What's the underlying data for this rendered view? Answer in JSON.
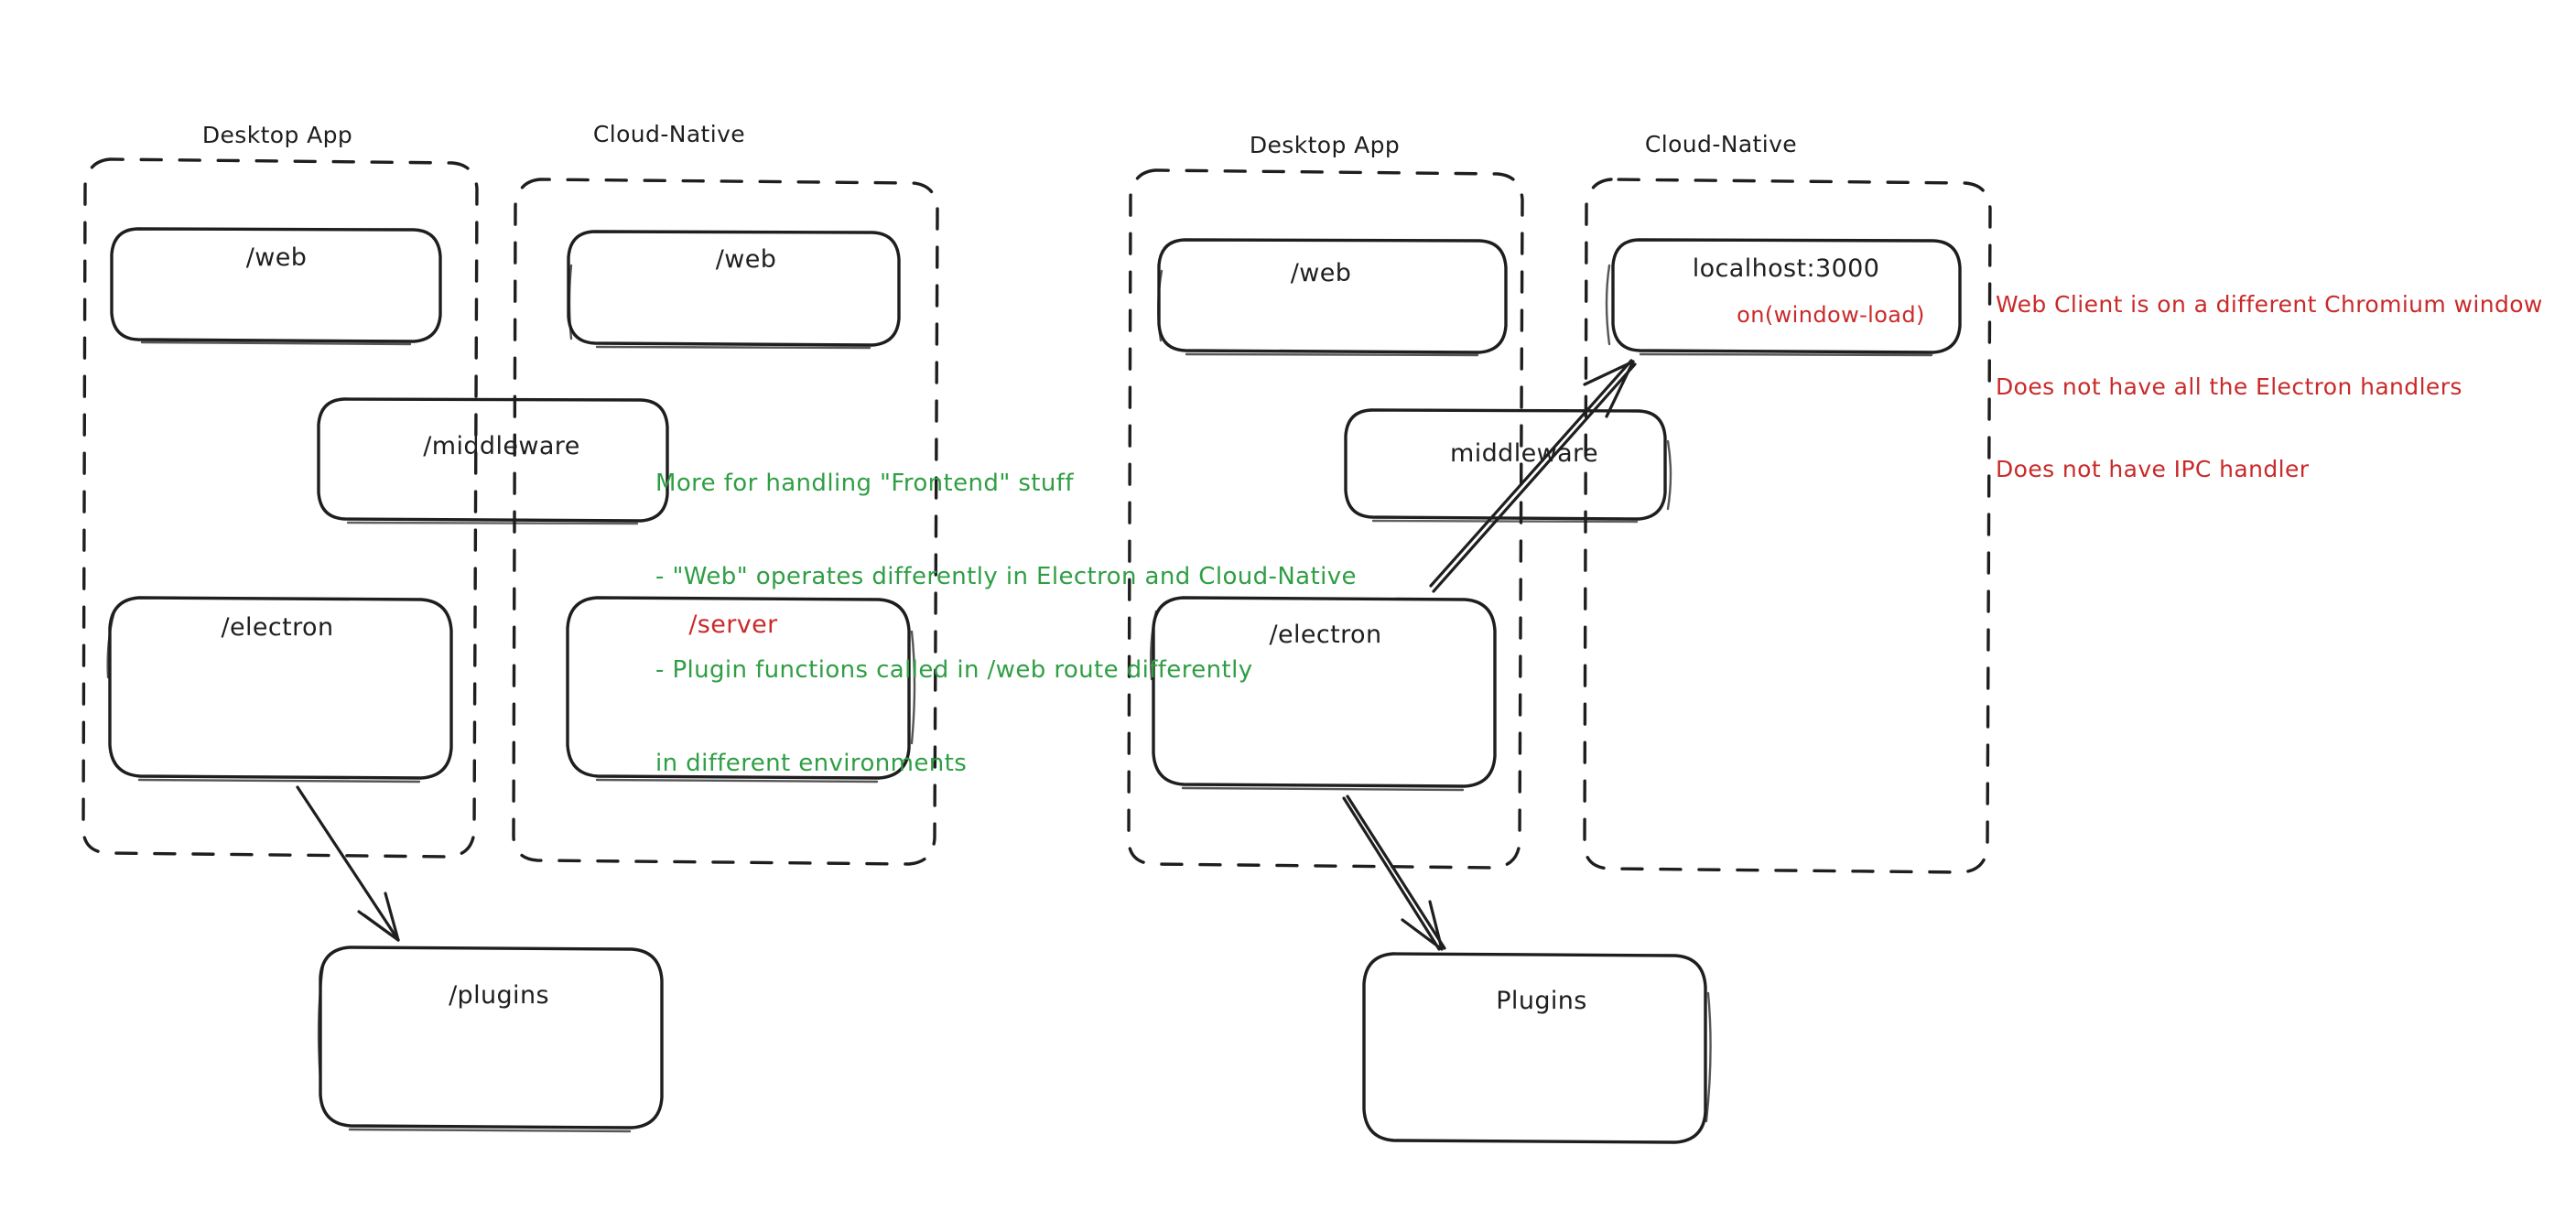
{
  "diagram": {
    "title": "Electron vs Cloud-Native architecture sketch",
    "style": "hand-drawn",
    "colors": {
      "stroke": "#1e1e1e",
      "green_note": "#2f9e44",
      "red_note": "#c92a2a",
      "background": "#ffffff"
    }
  },
  "left_panel": {
    "groups": [
      {
        "label": "Desktop App"
      },
      {
        "label": "Cloud-Native"
      }
    ],
    "boxes": [
      {
        "label": "/web",
        "color": "black"
      },
      {
        "label": "/web",
        "color": "black"
      },
      {
        "label": "/middleware",
        "color": "black"
      },
      {
        "label": "/electron",
        "color": "black"
      },
      {
        "label": "/server",
        "color": "red"
      },
      {
        "label": "/plugins",
        "color": "black"
      }
    ]
  },
  "right_panel": {
    "groups": [
      {
        "label": "Desktop App"
      },
      {
        "label": "Cloud-Native"
      }
    ],
    "boxes": [
      {
        "label": "/web",
        "color": "black"
      },
      {
        "label": "localhost:3000",
        "color": "black",
        "sub_label": "on(window-load)",
        "sub_color": "red"
      },
      {
        "label": "middleware",
        "color": "black"
      },
      {
        "label": "/electron",
        "color": "black"
      },
      {
        "label": "Plugins",
        "color": "black"
      }
    ]
  },
  "notes": {
    "green": {
      "lines": [
        "More for handling \"Frontend\" stuff",
        "- \"Web\" operates differently in Electron and Cloud-Native",
        "- Plugin functions called in /web route differently",
        "in different environments"
      ]
    },
    "red": {
      "lines": [
        "Web Client is on a different Chromium window",
        "Does not have all the Electron handlers",
        "Does not have IPC handler"
      ]
    }
  }
}
